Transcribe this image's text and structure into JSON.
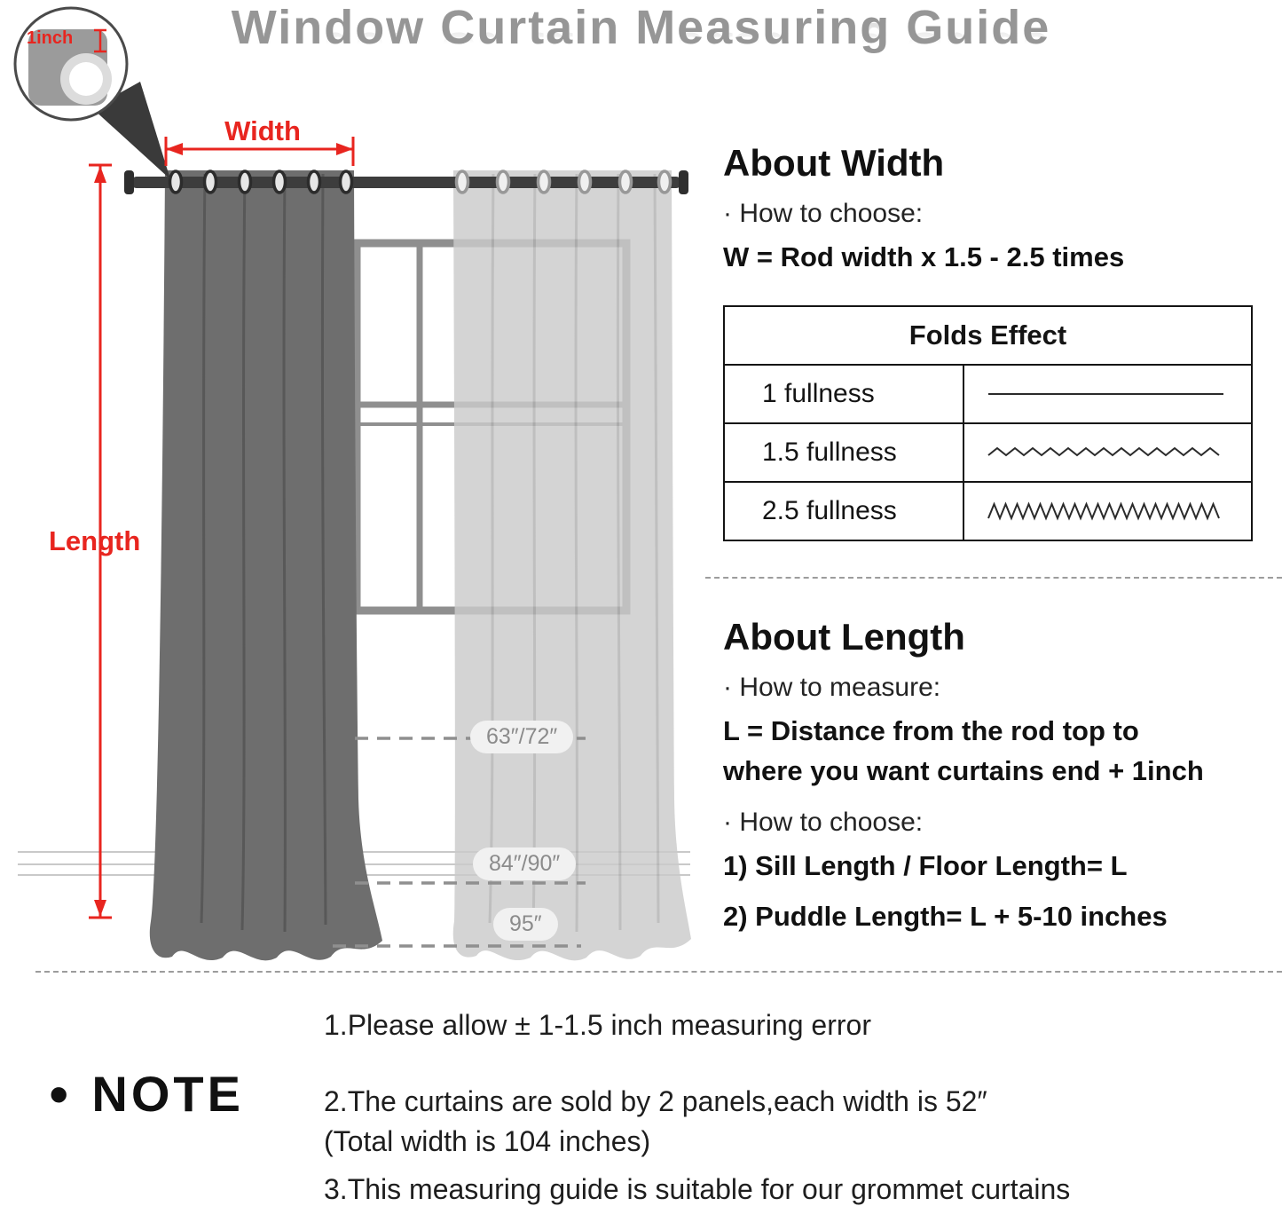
{
  "title": "Window Curtain Measuring Guide",
  "callout": {
    "inch_label": "1inch"
  },
  "diagram": {
    "width_label": "Width",
    "length_label": "Length",
    "markers": {
      "sill": "63″/72″",
      "floor": "84″/90″",
      "puddle": "95″"
    }
  },
  "about_width": {
    "heading": "About Width",
    "how_to_choose": "· How to choose:",
    "formula": "W = Rod width x 1.5 - 2.5 times",
    "folds_table": {
      "header": "Folds Effect",
      "rows": [
        {
          "label": "1 fullness",
          "pattern": "straight-line"
        },
        {
          "label": "1.5 fullness",
          "pattern": "loose-zigzag"
        },
        {
          "label": "2.5 fullness",
          "pattern": "dense-zigzag"
        }
      ]
    }
  },
  "about_length": {
    "heading": "About Length",
    "how_to_measure": "· How to measure:",
    "formula_line1": "L = Distance from the rod top to",
    "formula_line2": "where you want curtains end + 1inch",
    "how_to_choose": "· How to choose:",
    "option1": "1)  Sill Length / Floor Length= L",
    "option2": "2)  Puddle Length= L + 5-10 inches"
  },
  "note": {
    "bullet": "•",
    "heading": "NOTE",
    "items": [
      "1.Please allow ± 1-1.5 inch measuring error",
      "2.The curtains are sold by 2 panels,each width is 52″",
      "(Total width is 104 inches)",
      "3.This measuring guide is suitable for our grommet curtains"
    ]
  },
  "colors": {
    "accent_red": "#e8251f",
    "title_gray": "#969696",
    "curtain_dark": "#6e6e6e",
    "curtain_light": "#cbcbcb",
    "text_dark": "#1c1c1c"
  }
}
